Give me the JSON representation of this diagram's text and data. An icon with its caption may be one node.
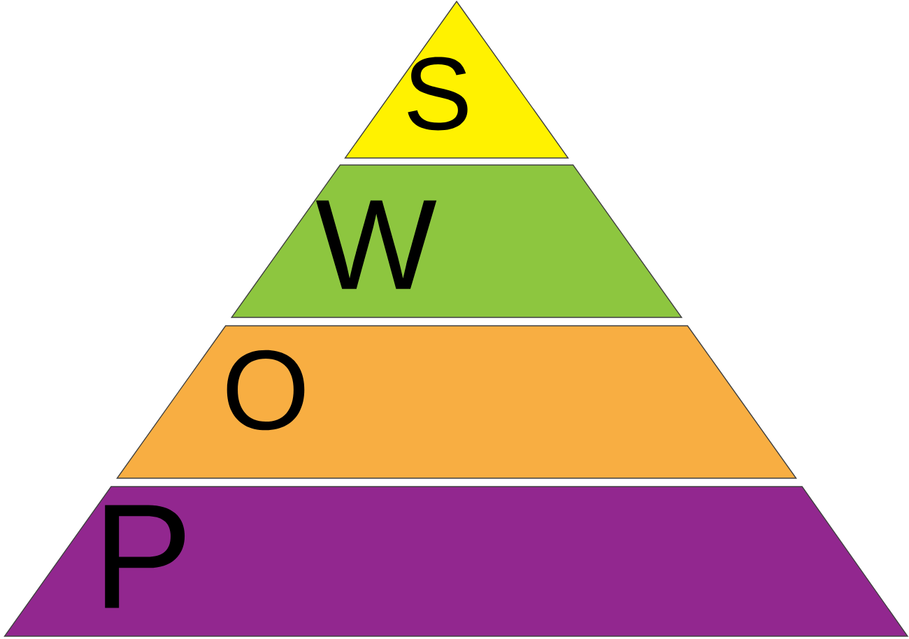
{
  "diagram": {
    "nodes": [
      {
        "text": [
          "S"
        ]
      },
      {
        "text": [
          "W"
        ]
      },
      {
        "text": [
          "O"
        ]
      },
      {
        "text": [
          "P"
        ]
      }
    ]
  }
}
